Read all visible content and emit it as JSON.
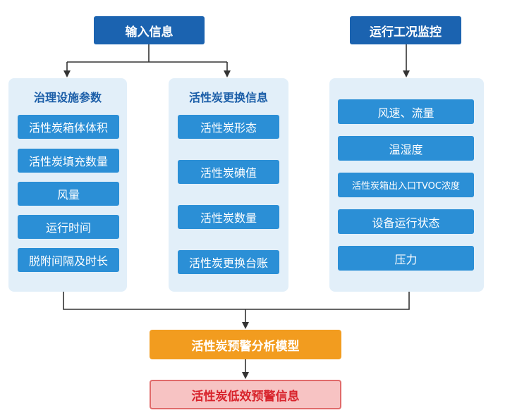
{
  "input_info": {
    "label": "输入信息"
  },
  "monitoring": {
    "label": "运行工况监控"
  },
  "panels": {
    "governance": {
      "title": "治理设施参数",
      "items": [
        "活性炭箱体体积",
        "活性炭填充数量",
        "风量",
        "运行时间",
        "脱附间隔及时长"
      ]
    },
    "replacement": {
      "title": "活性炭更换信息",
      "items": [
        "活性炭形态",
        "活性炭碘值",
        "活性炭数量",
        "活性炭更换台账"
      ]
    },
    "operation": {
      "items": [
        "风速、流量",
        "温湿度",
        "活性炭箱出入口TVOC浓度",
        "设备运行状态",
        "压力"
      ]
    }
  },
  "model": {
    "label": "活性炭预警分析模型"
  },
  "warning": {
    "label": "活性炭低效预警信息"
  },
  "colors": {
    "header": "#1b63b0",
    "panel_bg": "#e2eff9",
    "panel_title": "#1b5ea8",
    "item": "#2b8fd6",
    "model": "#f29c1f",
    "warning_bg": "#f7c3c3",
    "warning_text": "#d8242c",
    "connector": "#333333"
  }
}
